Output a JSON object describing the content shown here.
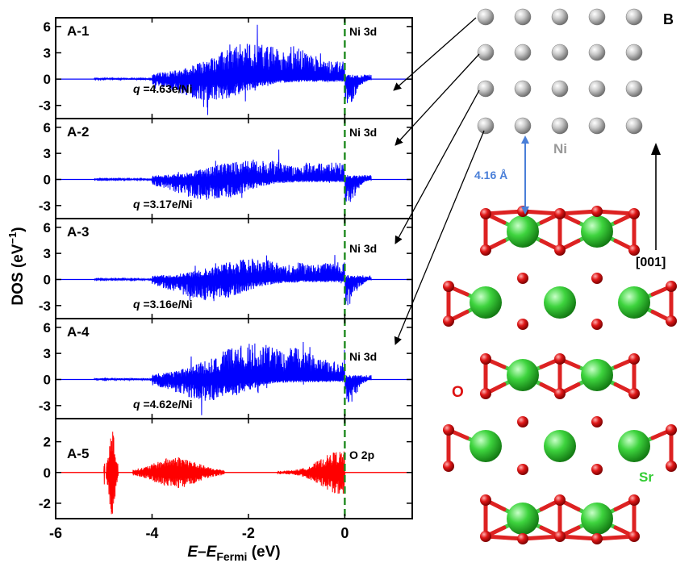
{
  "chart_data": {
    "type": "line",
    "x_range": [
      -6,
      1.4
    ],
    "x_ticks": [
      -6,
      -4,
      -2,
      0
    ],
    "x_label": {
      "main": "E",
      "dash": "–",
      "main2": "E",
      "sub": "Fermi",
      "unit": " (eV)"
    },
    "y_label": {
      "main": "DOS (eV",
      "sup": "−1",
      "close": ")"
    },
    "fermi_line_x": 0,
    "panels": [
      {
        "id": "A-1",
        "orbital": "Ni 3d",
        "charge_var": "q",
        "charge_value": " =4.63e/Ni",
        "color": "#0000ff",
        "ylim": [
          -4.5,
          7
        ],
        "yticks": [
          6,
          3,
          0,
          -3
        ],
        "ytick_labels": [
          "6",
          "3",
          "0",
          "-3"
        ]
      },
      {
        "id": "A-2",
        "orbital": "Ni 3d",
        "charge_var": "q",
        "charge_value": " =3.17e/Ni",
        "color": "#0000ff",
        "ylim": [
          -4.5,
          7
        ],
        "yticks": [
          6,
          3,
          0,
          -3
        ],
        "ytick_labels": [
          "6",
          "3",
          "0",
          "-3"
        ]
      },
      {
        "id": "A-3",
        "orbital": "Ni 3d",
        "charge_var": "q",
        "charge_value": " =3.16e/Ni",
        "color": "#0000ff",
        "ylim": [
          -4.5,
          7
        ],
        "yticks": [
          6,
          3,
          0,
          -3
        ],
        "ytick_labels": [
          "6",
          "3",
          "0",
          "-3"
        ]
      },
      {
        "id": "A-4",
        "orbital": "Ni 3d",
        "charge_var": "q",
        "charge_value": " =4.62e/Ni",
        "color": "#0000ff",
        "ylim": [
          -4.5,
          7
        ],
        "yticks": [
          6,
          3,
          0,
          -3
        ],
        "ytick_labels": [
          "6",
          "3",
          "0",
          "-3"
        ]
      },
      {
        "id": "A-5",
        "orbital": "O 2p",
        "charge_var": "",
        "charge_value": "",
        "color": "#ff0000",
        "ylim": [
          -3,
          3.5
        ],
        "yticks": [
          2,
          0,
          -2
        ],
        "ytick_labels": [
          "2",
          "0",
          "-2"
        ]
      }
    ]
  },
  "structure": {
    "panel_label": "B",
    "ni_label": "Ni",
    "o_label": "O",
    "sr_label": "Sr",
    "distance_label": "4.16 Å",
    "direction_label": "[001]",
    "colors": {
      "ni": "#b8b8b8",
      "sr": "#33cc33",
      "o": "#dd1111",
      "distance": "#4a7fd8",
      "ni_text": "#999999"
    }
  }
}
